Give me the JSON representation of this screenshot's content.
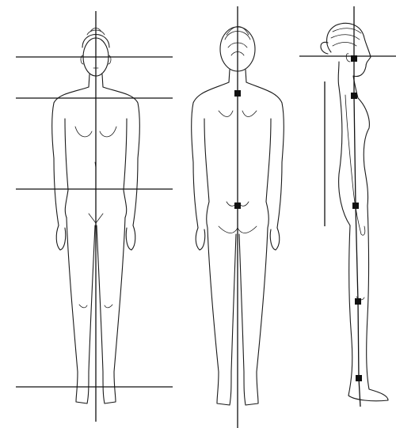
{
  "figure": {
    "views": [
      {
        "id": "front",
        "label": ""
      },
      {
        "id": "back",
        "label": ""
      },
      {
        "id": "side",
        "label": ""
      }
    ],
    "colors": {
      "line": "#111111",
      "background": "#ffffff"
    }
  }
}
